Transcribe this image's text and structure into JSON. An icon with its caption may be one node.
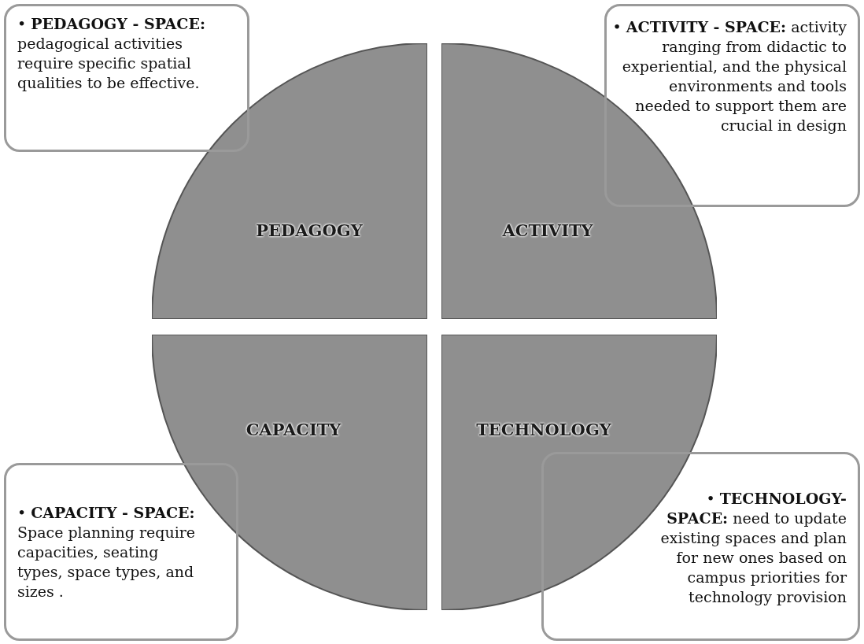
{
  "diagram": {
    "nodes": [
      {
        "text": [
          "• **PEDAGOGY - SPACE:** pedagogical activities require specific spatial qualities to be effective."
        ]
      },
      {
        "text": [
          "• **ACTIVITY - SPACE:** activity ranging from didactic to experiential, and the physical environments and tools needed to support them are crucial in design"
        ]
      },
      {
        "text": [
          "PEDAGOGY"
        ]
      },
      {
        "text": [
          "ACTIVITY"
        ]
      },
      {
        "text": [
          "CAPACITY"
        ]
      },
      {
        "text": [
          "TECHNOLOGY"
        ]
      },
      {
        "text": [
          "• **CAPACITY - SPACE:** Space planning require capacities, seating types, space types, and sizes ."
        ]
      },
      {
        "text": [
          "• **TECHNOLOGY- SPACE:** need to update existing spaces and plan for new ones based on campus priorities for technology provision"
        ]
      }
    ],
    "edges": []
  }
}
